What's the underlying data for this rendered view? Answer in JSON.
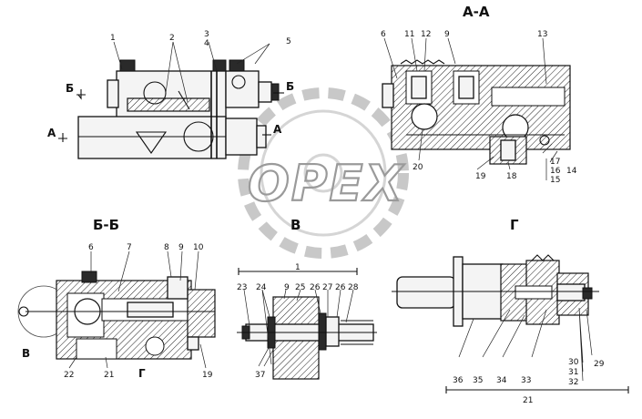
{
  "watermark": {
    "text": "OPEX"
  },
  "sections": {
    "aa": "А-А",
    "bb": "Б-Б",
    "v": "В",
    "g": "Г"
  },
  "cut_marks": {
    "b_left": "Б",
    "b_right": "Б",
    "a_left": "А",
    "a_right": "А",
    "v_mark": "В",
    "g_mark": "Г"
  },
  "main_view_labels": [
    "1",
    "2",
    "3",
    "4",
    "5"
  ],
  "aa_labels": [
    "6",
    "11",
    "12",
    "9",
    "13",
    "20",
    "19",
    "18",
    "17",
    "16",
    "14",
    "15"
  ],
  "bb_labels": [
    "6",
    "7",
    "8",
    "9",
    "10",
    "22",
    "21",
    "19"
  ],
  "v_labels": [
    "1",
    "23",
    "24",
    "9",
    "25",
    "26",
    "27",
    "26",
    "28",
    "37"
  ],
  "g_labels": [
    "36",
    "35",
    "34",
    "33",
    "30",
    "31",
    "32",
    "29",
    "21"
  ]
}
